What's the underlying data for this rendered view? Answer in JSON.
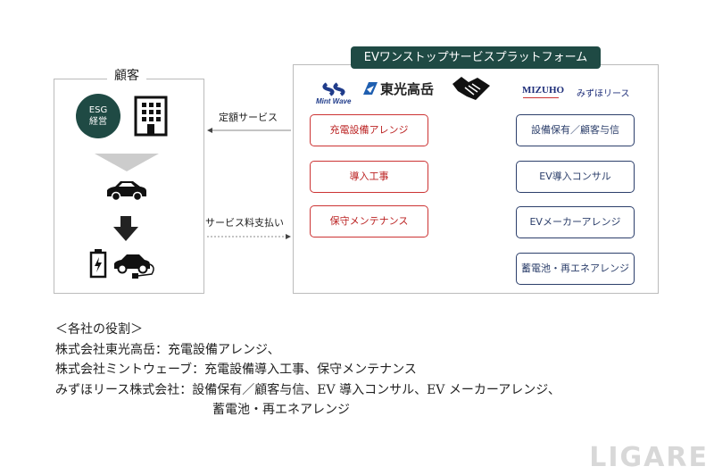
{
  "customer": {
    "title": "顧客",
    "esg": "ESG",
    "esg2": "経営"
  },
  "arrows": {
    "fixed": "定額サービス",
    "payment": "サービス料支払い"
  },
  "platform": {
    "title": "EVワンストップサービスプラットフォーム",
    "logos": {
      "mintwave": "Mint Wave",
      "toko": "東光高岳",
      "mizuho": "MIZUHO",
      "mizuho_lease": "みずほリース"
    },
    "left_items": [
      "充電設備アレンジ",
      "導入工事",
      "保守メンテナンス"
    ],
    "right_items": [
      "設備保有／顧客与信",
      "EV導入コンサル",
      "EVメーカーアレンジ",
      "蓄電池・再エネアレンジ"
    ]
  },
  "notes": [
    "＜各社の役割＞",
    "株式会社東光高岳：充電設備アレンジ、",
    "株式会社ミントウェーブ：充電設備導入工事、保守メンテナンス",
    "みずほリース株式会社：設備保有／顧客与信、EV 導入コンサル、EV メーカーアレンジ、",
    "蓄電池・再エネアレンジ"
  ],
  "watermark": "LIGARE"
}
